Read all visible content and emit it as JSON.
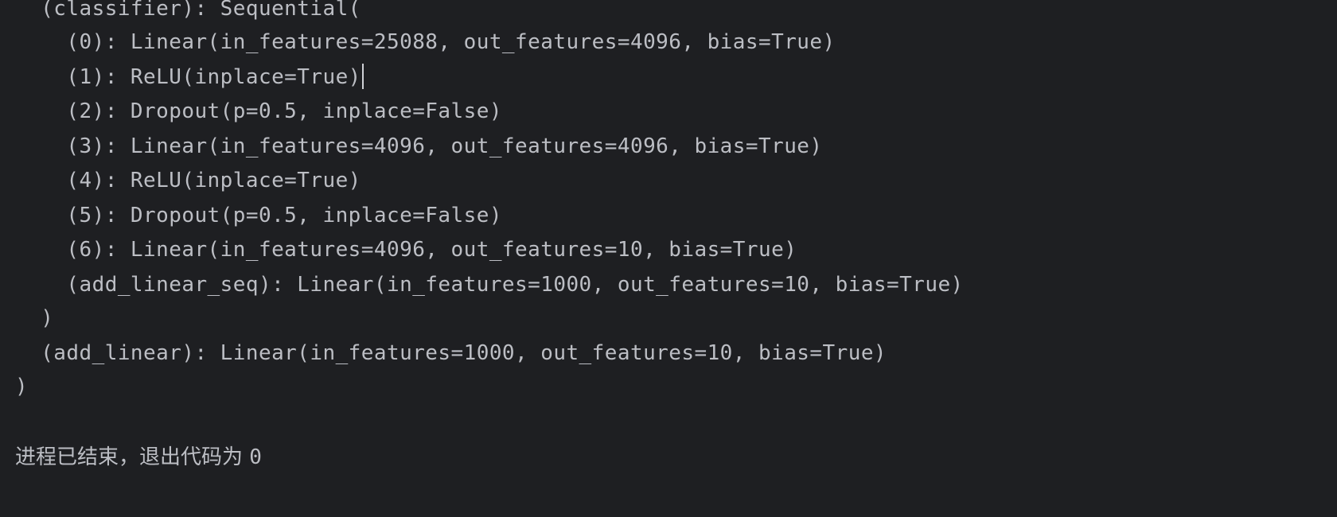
{
  "console": {
    "lines": [
      "  (classifier): Sequential(",
      "    (0): Linear(in_features=25088, out_features=4096, bias=True)",
      "    (1): ReLU(inplace=True)",
      "    (2): Dropout(p=0.5, inplace=False)",
      "    (3): Linear(in_features=4096, out_features=4096, bias=True)",
      "    (4): ReLU(inplace=True)",
      "    (5): Dropout(p=0.5, inplace=False)",
      "    (6): Linear(in_features=4096, out_features=10, bias=True)",
      "    (add_linear_seq): Linear(in_features=1000, out_features=10, bias=True)",
      "  )",
      "  (add_linear): Linear(in_features=1000, out_features=10, bias=True)",
      ")"
    ],
    "exit_message": "进程已结束，退出代码为 ",
    "exit_code": "0"
  },
  "colors": {
    "background": "#1e1f22",
    "text": "#bcbec4",
    "caret": "#cfd1d6"
  }
}
